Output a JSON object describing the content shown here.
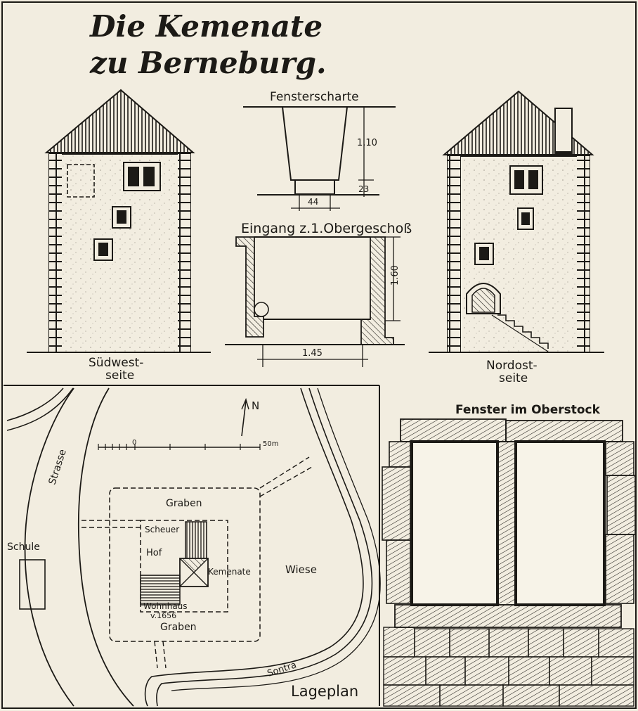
{
  "title": {
    "line1": "Die Kemenate",
    "line2": "zu Berneburg."
  },
  "window_slit": {
    "label": "Fensterscharte",
    "dim_height": "1.10",
    "dim_lower": "23",
    "dim_width": "44"
  },
  "entrance": {
    "label": "Eingang z.1.Obergeschoß",
    "dim_height": "1.60",
    "dim_width": "1.45"
  },
  "southwest": {
    "label_line1": "Südwest-",
    "label_line2": "seite"
  },
  "northeast": {
    "label_line1": "Nordost-",
    "label_line2": "seite"
  },
  "site_plan": {
    "title": "Lageplan",
    "north": "N",
    "scale_zero": "0",
    "scale_end": "50m",
    "labels": {
      "strasse": "Strasse",
      "schule": "Schule",
      "graben_top": "Graben",
      "scheuer": "Scheuer",
      "hof": "Hof",
      "kemenate": "Kemenate",
      "wiese": "Wiese",
      "wohnhaus": "Wohnhaus",
      "wohnhaus_year": "v.1656",
      "graben_bottom": "Graben",
      "sontra": "Sontra"
    }
  },
  "upper_window": {
    "title": "Fenster im Oberstock"
  }
}
